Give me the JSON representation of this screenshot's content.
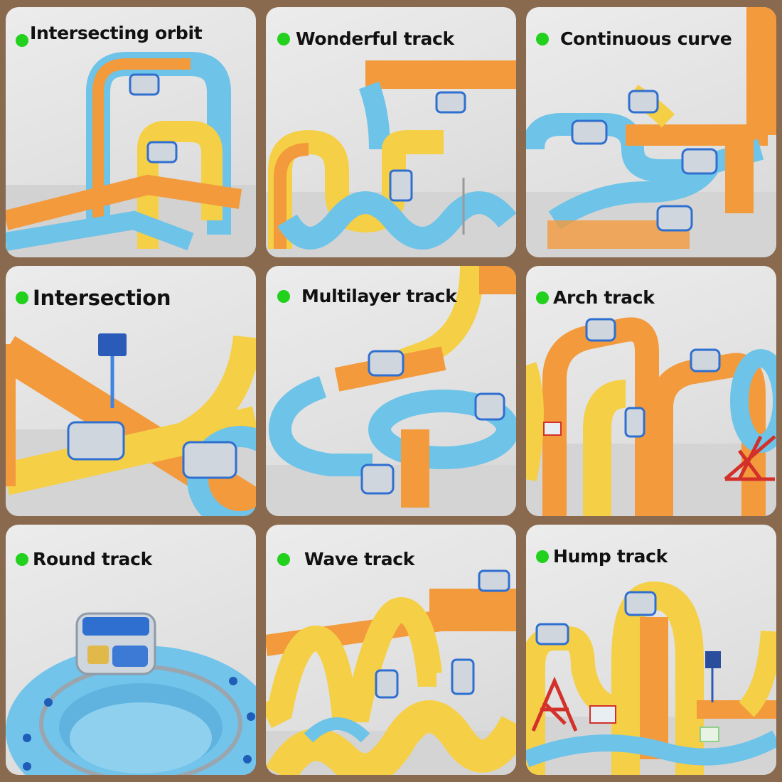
{
  "page": {
    "background_color": "#8a6a4e",
    "panel_background": "#e4e4e4",
    "bullet_color": "#22d11e"
  },
  "panels": [
    {
      "title": "Intersecting orbit",
      "bullet_icon": "green-dot-icon"
    },
    {
      "title": "Wonderful track",
      "bullet_icon": "green-dot-icon"
    },
    {
      "title": "Continuous curve",
      "bullet_icon": "green-dot-icon"
    },
    {
      "title": "Intersection",
      "bullet_icon": "green-dot-icon"
    },
    {
      "title": "Multilayer track",
      "bullet_icon": "green-dot-icon"
    },
    {
      "title": "Arch track",
      "bullet_icon": "green-dot-icon"
    },
    {
      "title": "Round track",
      "bullet_icon": "green-dot-icon"
    },
    {
      "title": "Wave track",
      "bullet_icon": "green-dot-icon"
    },
    {
      "title": "Hump track",
      "bullet_icon": "green-dot-icon"
    }
  ],
  "colors": {
    "track_blue": "#6ec3e8",
    "block_orange": "#f29a3c",
    "block_yellow": "#f5cf45",
    "train_silver": "#cfd6de",
    "train_blue": "#2f6fd0",
    "bridge_red": "#d3302a"
  }
}
